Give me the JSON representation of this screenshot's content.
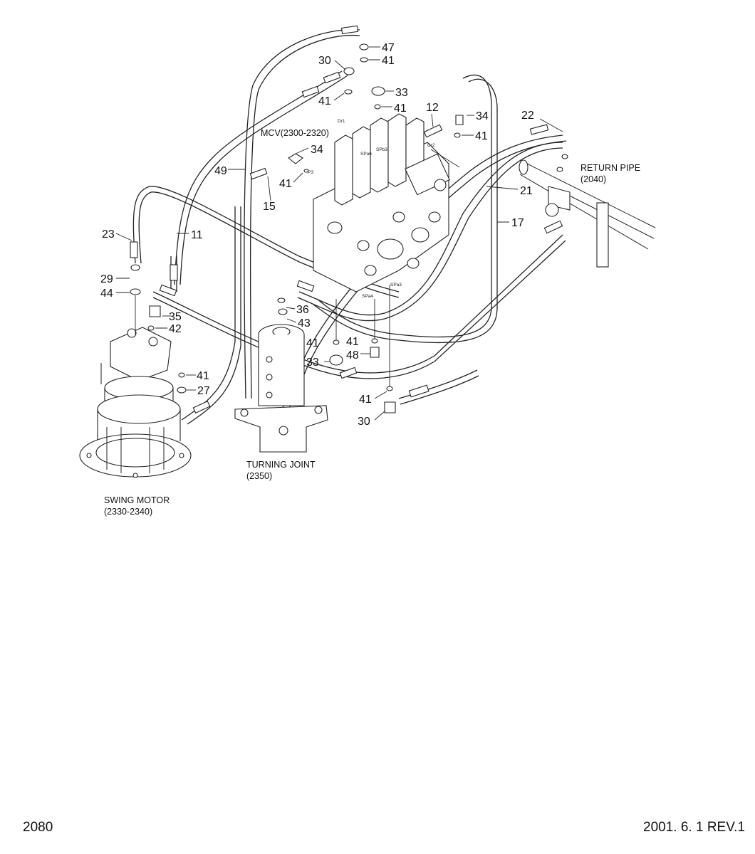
{
  "page": {
    "page_number": "2080",
    "revision": "2001. 6. 1 REV.1"
  },
  "components": {
    "mcv": {
      "name": "MCV(2300-2320)"
    },
    "return_pipe": {
      "name": "RETURN PIPE",
      "code": "(2040)"
    },
    "turning_joint": {
      "name": "TURNING JOINT",
      "code": "(2350)"
    },
    "swing_motor": {
      "name": "SWING MOTOR",
      "code": "(2330-2340)"
    }
  },
  "callouts": {
    "c47": "47",
    "c41a": "41",
    "c30a": "30",
    "c33a": "33",
    "c41b": "41",
    "c41c": "41",
    "c12": "12",
    "c34a": "34",
    "c22": "22",
    "c41d": "41",
    "c34b": "34",
    "c49": "49",
    "c41e": "41",
    "c21": "21",
    "c15": "15",
    "c11": "11",
    "c23": "23",
    "c17": "17",
    "c29": "29",
    "c44": "44",
    "c35": "35",
    "c36": "36",
    "c42": "42",
    "c43": "43",
    "c41f": "41",
    "c41g": "41",
    "c48": "48",
    "c33b": "33",
    "c41h": "41",
    "c27": "27",
    "c41i": "41",
    "c30b": "30"
  },
  "port_labels": {
    "dr1": "Dr1",
    "dr2": "Dr2",
    "p3": "P3",
    "spa6": "SPa6",
    "spb3": "SPb3",
    "spa4": "SPa4",
    "spa3": "SPa3"
  }
}
